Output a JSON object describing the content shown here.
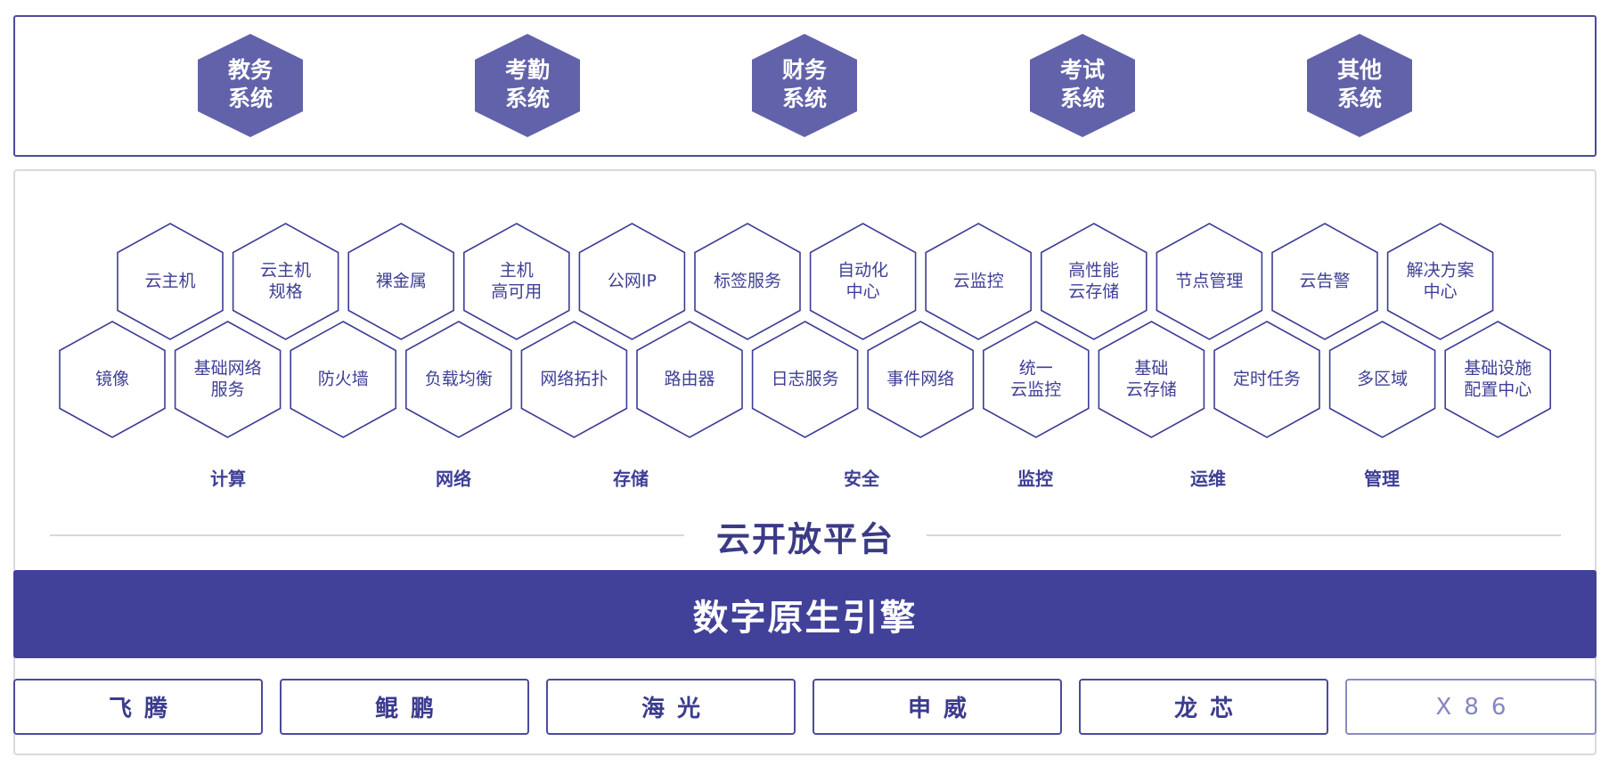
{
  "top_systems": [
    {
      "line1": "教务",
      "line2": "系统"
    },
    {
      "line1": "考勤",
      "line2": "系统"
    },
    {
      "line1": "财务",
      "line2": "系统"
    },
    {
      "line1": "考试",
      "line2": "系统"
    },
    {
      "line1": "其他",
      "line2": "系统"
    }
  ],
  "services_row1": [
    {
      "lines": [
        "云主机"
      ]
    },
    {
      "lines": [
        "云主机",
        "规格"
      ]
    },
    {
      "lines": [
        "裸金属"
      ]
    },
    {
      "lines": [
        "主机",
        "高可用"
      ]
    },
    {
      "lines": [
        "公网IP"
      ]
    },
    {
      "lines": [
        "标签服务"
      ]
    },
    {
      "lines": [
        "自动化",
        "中心"
      ]
    },
    {
      "lines": [
        "云监控"
      ]
    },
    {
      "lines": [
        "高性能",
        "云存储"
      ]
    },
    {
      "lines": [
        "节点管理"
      ]
    },
    {
      "lines": [
        "云告警"
      ]
    },
    {
      "lines": [
        "解决方案",
        "中心"
      ]
    }
  ],
  "services_row2": [
    {
      "lines": [
        "镜像"
      ]
    },
    {
      "lines": [
        "基础网络",
        "服务"
      ]
    },
    {
      "lines": [
        "防火墙"
      ]
    },
    {
      "lines": [
        "负载均衡"
      ]
    },
    {
      "lines": [
        "网络拓扑"
      ]
    },
    {
      "lines": [
        "路由器"
      ]
    },
    {
      "lines": [
        "日志服务"
      ]
    },
    {
      "lines": [
        "事件网络"
      ]
    },
    {
      "lines": [
        "统一",
        "云监控"
      ]
    },
    {
      "lines": [
        "基础",
        "云存储"
      ]
    },
    {
      "lines": [
        "定时任务"
      ]
    },
    {
      "lines": [
        "多区域"
      ]
    },
    {
      "lines": [
        "基础设施",
        "配置中心"
      ]
    }
  ],
  "categories": [
    "计算",
    "网络",
    "存储",
    "安全",
    "监控",
    "运维",
    "管理"
  ],
  "platform_title": "云开放平台",
  "engine_title": "数字原生引擎",
  "chips": [
    {
      "label": "飞腾"
    },
    {
      "label": "鲲鹏"
    },
    {
      "label": "海光"
    },
    {
      "label": "申威"
    },
    {
      "label": "龙芯"
    },
    {
      "label": "X86"
    }
  ]
}
